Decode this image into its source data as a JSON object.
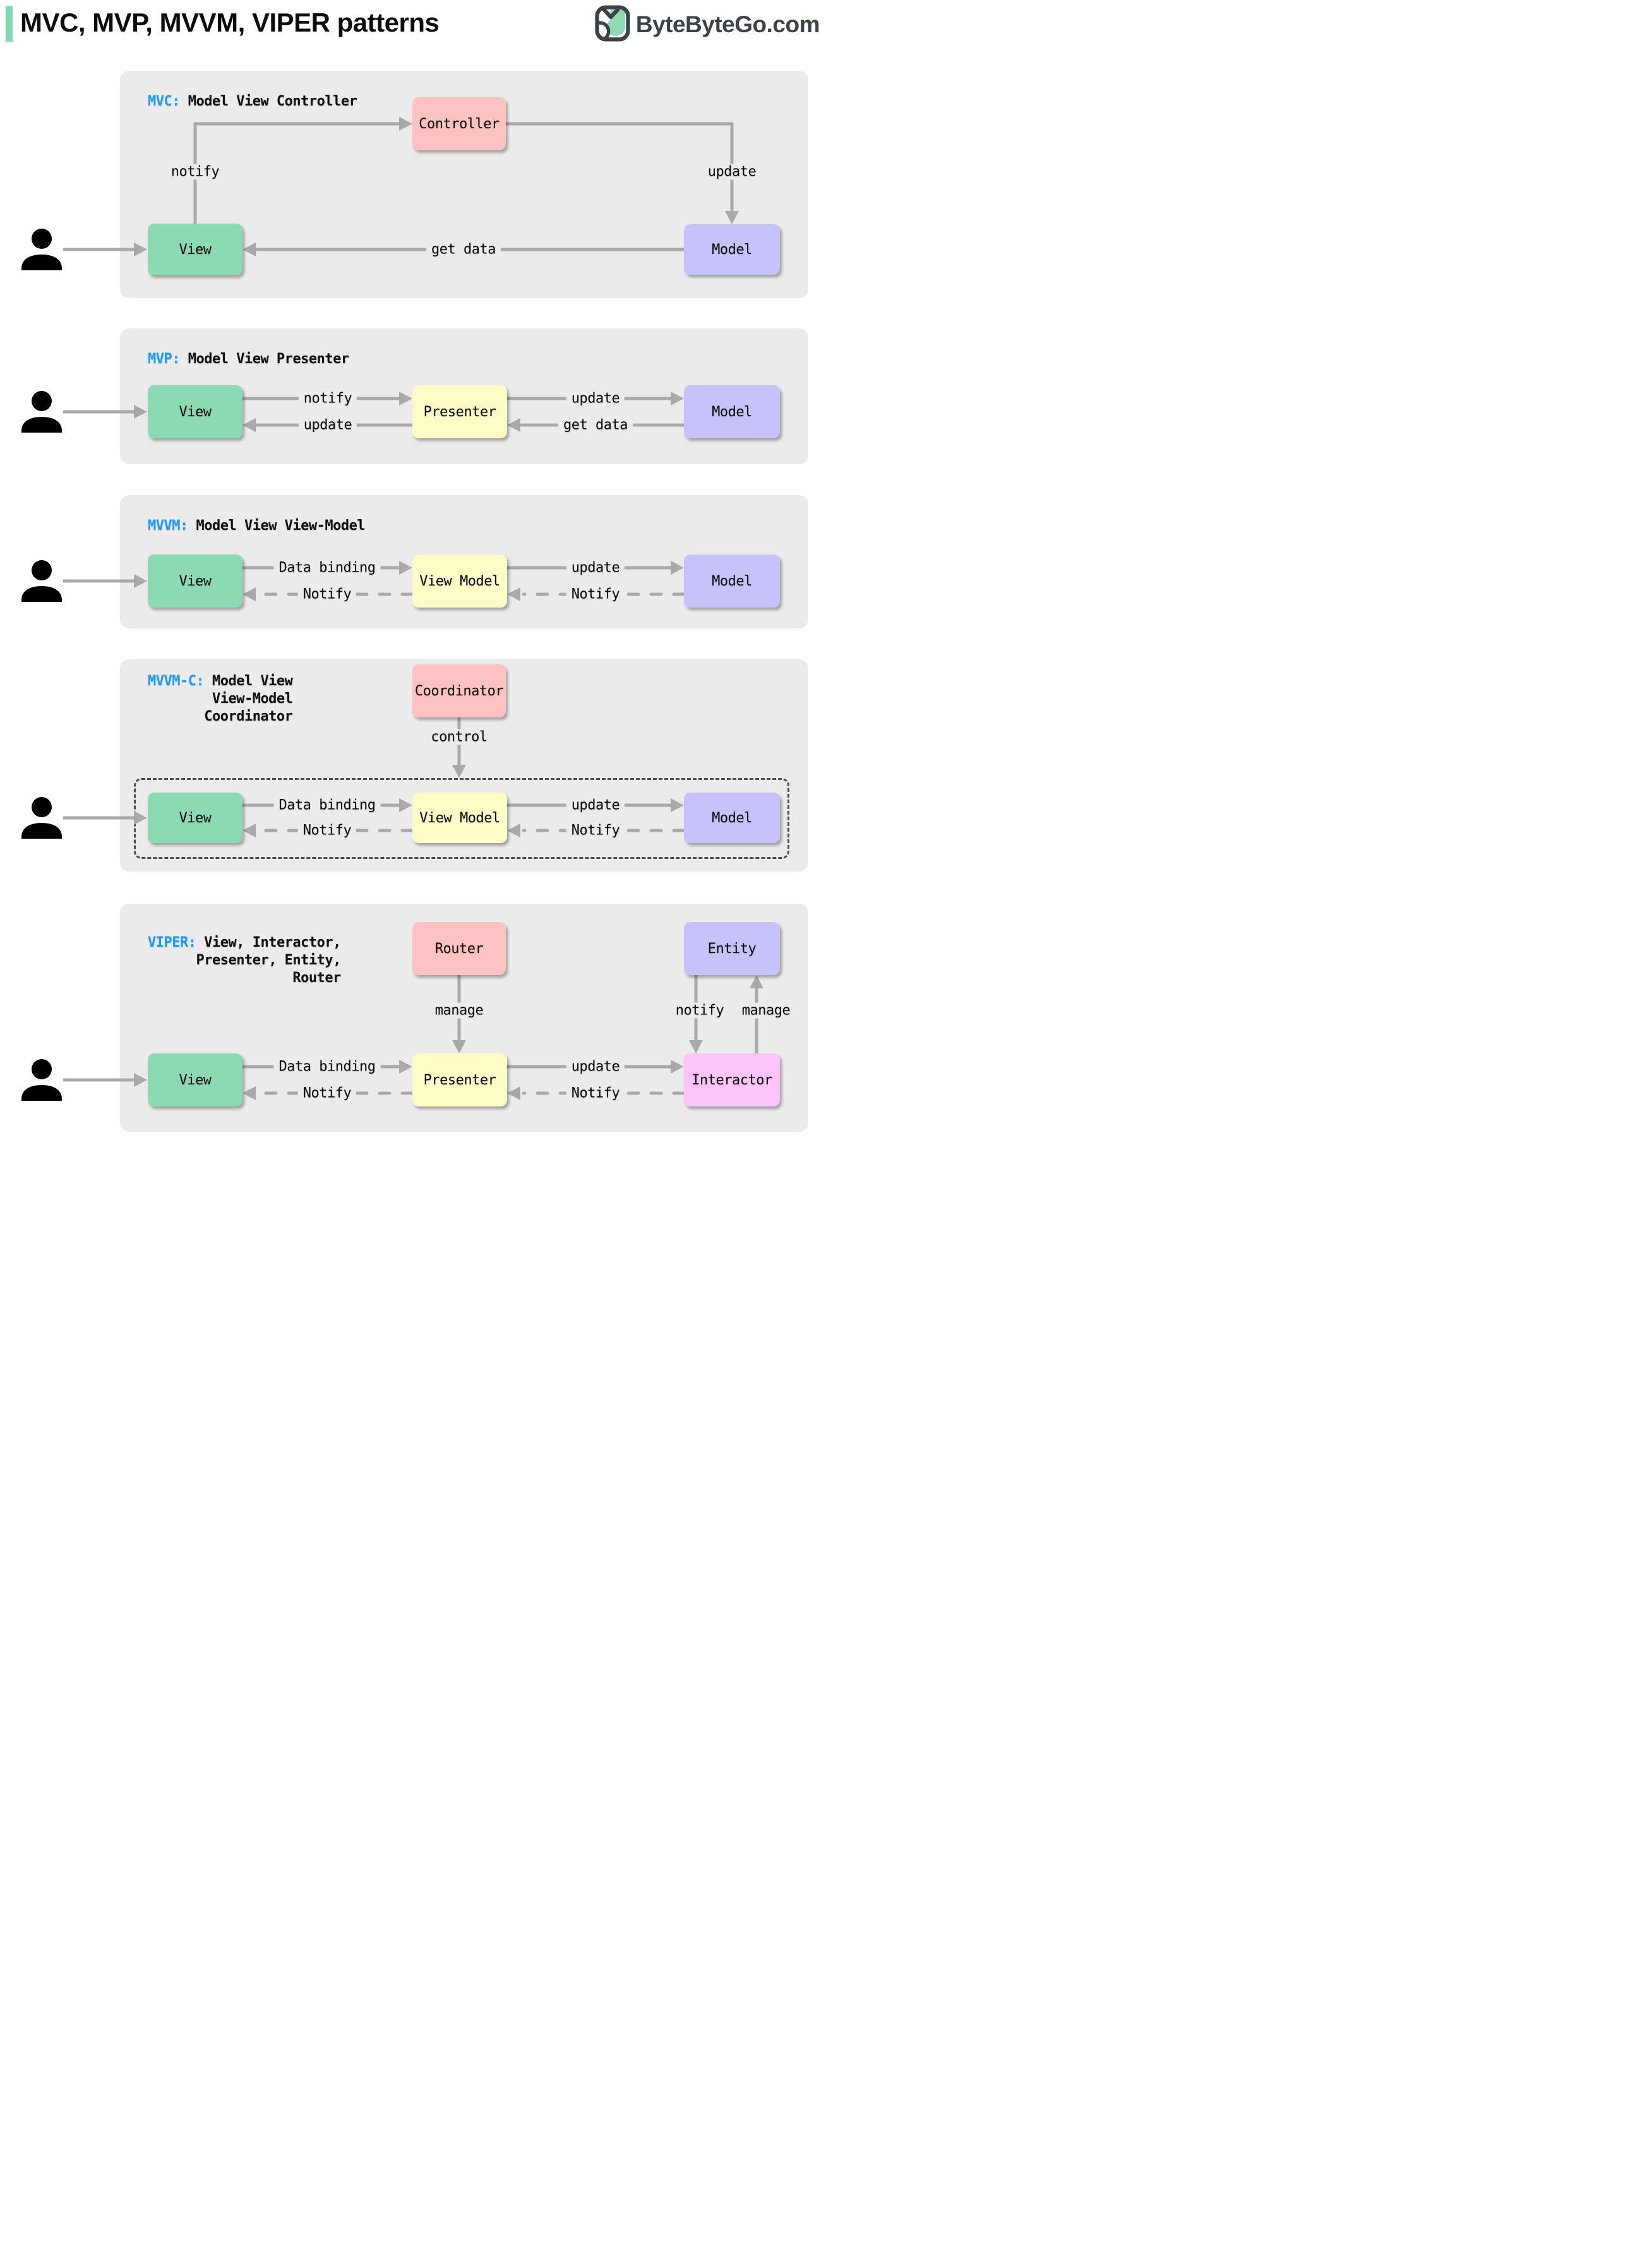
{
  "header": {
    "title": "MVC, MVP, MVVM, VIPER patterns",
    "brand": "ByteByteGo.com"
  },
  "colors": {
    "accent_bar": "#7fd9ae",
    "tag_blue": "#1e9aff",
    "panel_bg": "#ebebeb",
    "box_green": "#8cdab3",
    "box_pink": "#ffc2c2",
    "box_yellow": "#fdfbc6",
    "box_purple": "#c6c3fa",
    "box_magenta": "#fbc5fb",
    "arrow_gray": "#a9a9a9",
    "logo_dark": "#3b4248"
  },
  "panels": [
    {
      "tag": "MVC:",
      "title": "Model View Controller",
      "boxes": {
        "view": "View",
        "controller": "Controller",
        "model": "Model"
      },
      "labels": {
        "notify": "notify",
        "update": "update",
        "get_data": "get data"
      }
    },
    {
      "tag": "MVP:",
      "title": "Model View Presenter",
      "boxes": {
        "view": "View",
        "presenter": "Presenter",
        "model": "Model"
      },
      "labels": {
        "notify": "notify",
        "update_to_view": "update",
        "update_to_model": "update",
        "get_data": "get data"
      }
    },
    {
      "tag": "MVVM:",
      "title": "Model View View-Model",
      "boxes": {
        "view": "View",
        "view_model": "View Model",
        "model": "Model"
      },
      "labels": {
        "data_binding": "Data binding",
        "notify_view": "Notify",
        "update": "update",
        "notify_vm": "Notify"
      }
    },
    {
      "tag": "MVVM-C:",
      "title_lines": [
        "Model View",
        "View-Model",
        "Coordinator"
      ],
      "boxes": {
        "coordinator": "Coordinator",
        "view": "View",
        "view_model": "View Model",
        "model": "Model"
      },
      "labels": {
        "control": "control",
        "data_binding": "Data binding",
        "notify_view": "Notify",
        "update": "update",
        "notify_vm": "Notify"
      }
    },
    {
      "tag": "VIPER:",
      "title_lines": [
        "View, Interactor,",
        "Presenter, Entity,",
        "Router"
      ],
      "boxes": {
        "router": "Router",
        "entity": "Entity",
        "view": "View",
        "presenter": "Presenter",
        "interactor": "Interactor"
      },
      "labels": {
        "manage_router": "manage",
        "notify_entity": "notify",
        "manage_entity": "manage",
        "data_binding": "Data binding",
        "notify_view": "Notify",
        "update": "update",
        "notify_presenter": "Notify"
      }
    }
  ]
}
